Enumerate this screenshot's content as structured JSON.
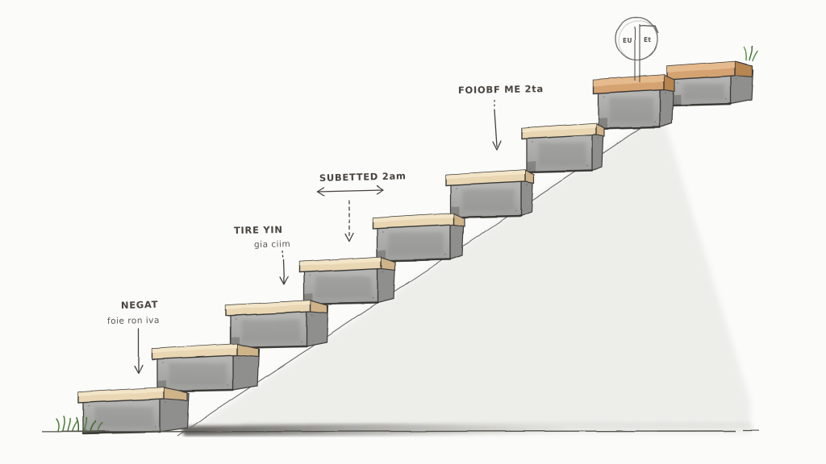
{
  "scene": {
    "type": "hand-drawn floating staircase sketch, side view",
    "steps_count": 9,
    "palette": {
      "background": "#fbfbf9",
      "concrete": "#ababa9",
      "concrete_side": "#8f8f8d",
      "tread_light": "#e9d6b3",
      "tread_tan": "#d5a271",
      "ink": "#45413d",
      "grass": "#4e7c38",
      "shadow_wash": "#e4e4e1"
    }
  },
  "annotations": {
    "step1_label": {
      "title": "NEGAT",
      "subtitle": "foie ron iva"
    },
    "step3_label": {
      "title": "TIRE YIN",
      "subtitle": "gia ciim"
    },
    "step4_label": {
      "title": "SUBETTED 2am"
    },
    "step7_label": {
      "title": "FOIOBF ME 2ta"
    },
    "callout": {
      "left_text": "EU",
      "right_text": "Et"
    }
  }
}
